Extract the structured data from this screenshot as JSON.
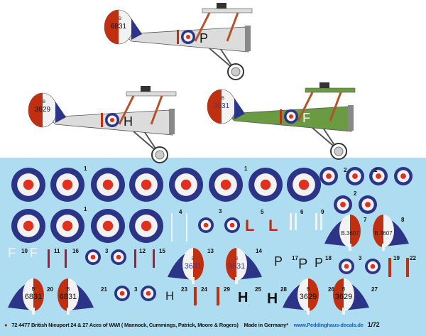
{
  "colors": {
    "sheet_bg": "#aedcf0",
    "roundel_blue": "#2b3486",
    "roundel_red": "#e0301e",
    "roundel_white": "#f2f2f2",
    "rudder_red": "#c03010",
    "aircraft_silver": "#dcdcdc",
    "aircraft_green": "#6a9a42"
  },
  "aircraft": [
    {
      "serial": "6831",
      "prefix": "B",
      "code": "P"
    },
    {
      "serial": "3629",
      "prefix": "B",
      "code": "H"
    },
    {
      "serial": "3631",
      "prefix": "B",
      "code": "F"
    }
  ],
  "decals": {
    "labels": [
      "1",
      "1",
      "1",
      "2",
      "2",
      "2",
      "3",
      "4",
      "5",
      "6",
      "7",
      "8",
      "9",
      "10",
      "11",
      "16",
      "3",
      "12",
      "15",
      "13",
      "14",
      "17",
      "18",
      "3",
      "19",
      "22",
      "20",
      "21",
      "3",
      "23",
      "24",
      "29",
      "25",
      "28",
      "26",
      "27"
    ],
    "letters": {
      "L": "L",
      "F": "F",
      "P": "P",
      "H": "H"
    },
    "rudder_serials": {
      "r7": "B.3607",
      "r8": "B.3607",
      "r13": "3631",
      "r14": "3631",
      "r20": "6831",
      "r21": "6831",
      "r26": "3629",
      "r27": "3629",
      "b": "B"
    }
  },
  "footer": {
    "logo_icon": "peddinghaus-logo-icon",
    "product": "72 4477 British Nieuport 24 & 27 Aces of WWI ( Mannock, Cummings, Patrick, Moore & Rogers)",
    "made_in": "Made in Germany*",
    "url": "www.Peddinghaus-decals.de",
    "scale": "1/72"
  }
}
